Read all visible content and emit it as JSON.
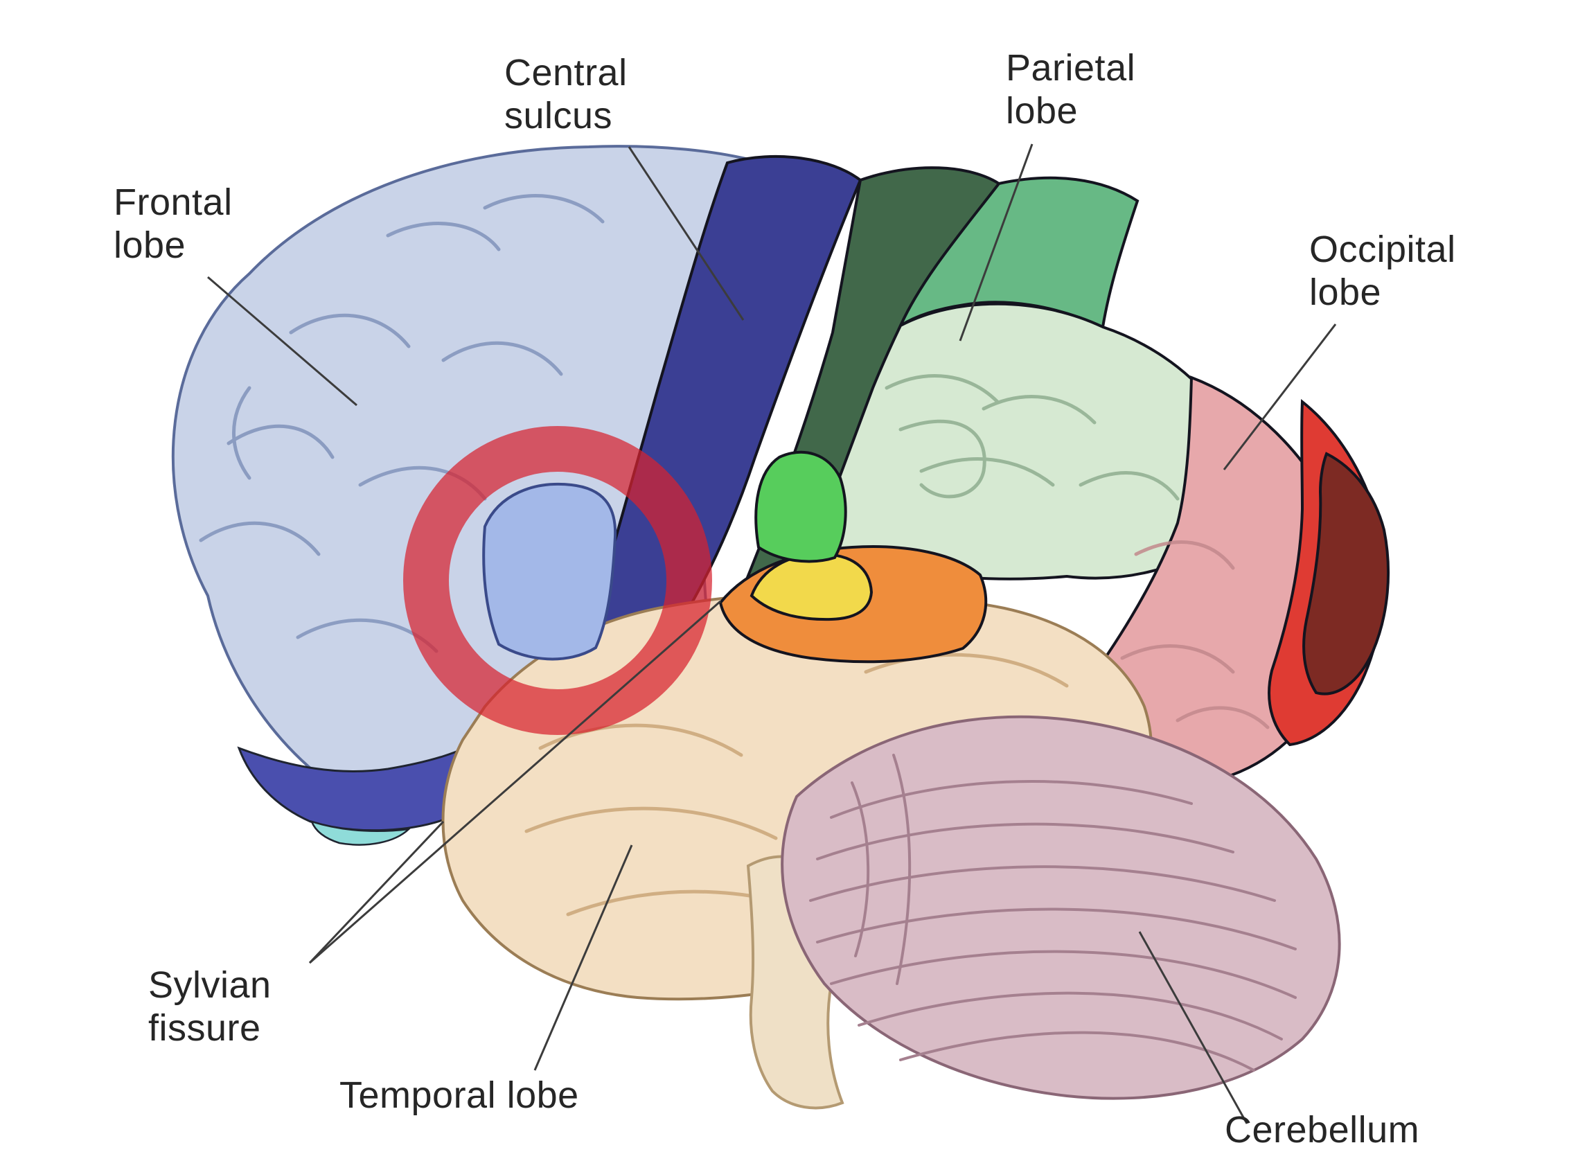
{
  "labels": {
    "frontal_lobe": "Frontal\nlobe",
    "central_sulcus": "Central\nsulcus",
    "parietal_lobe": "Parietal\nlobe",
    "occipital_lobe": "Occipital\nlobe",
    "sylvian_fissure": "Sylvian\nfissure",
    "temporal_lobe": "Temporal lobe",
    "cerebellum": "Cerebellum"
  },
  "colors": {
    "background": "#ffffff",
    "frontal_lobe": "#c9d3e8",
    "precentral_band": "#3b3f94",
    "central_sulcus_band": "#41684a",
    "postcentral_band": "#67b985",
    "parietal_lobe": "#d6e9d2",
    "occipital_lobe": "#e7a8ab",
    "occipital_band_red": "#df3b33",
    "occipital_band_maroon": "#7d2a23",
    "temporal_lobe": "#f3dfc3",
    "cerebellum": "#d9bcc6",
    "brainstem": "#efe0c6",
    "highlight_ring": "#d7232f",
    "inner_blue_region": "#a3b8e8",
    "small_green_region": "#57cd5c",
    "small_yellow_region": "#f2d94b",
    "orange_region": "#ef8d3c",
    "purple_region": "#4a4fae",
    "cyan_region": "#8fdcd9",
    "outline": "#1f2430",
    "leader_line": "#3c3c3c",
    "text": "#262626"
  }
}
